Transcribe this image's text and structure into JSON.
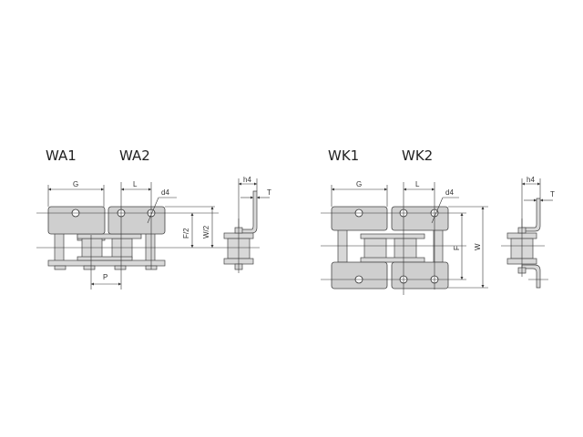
{
  "wa": {
    "title1": "WA1",
    "title2": "WA2",
    "dims": {
      "G": "G",
      "L": "L",
      "d4": "d4",
      "P": "P",
      "F2": "F/2",
      "W2": "W/2",
      "h4": "h4",
      "T": "T"
    }
  },
  "wk": {
    "title1": "WK1",
    "title2": "WK2",
    "dims": {
      "G": "G",
      "L": "L",
      "d4": "d4",
      "F": "F",
      "W": "W",
      "h4": "h4",
      "T": "T"
    }
  }
}
